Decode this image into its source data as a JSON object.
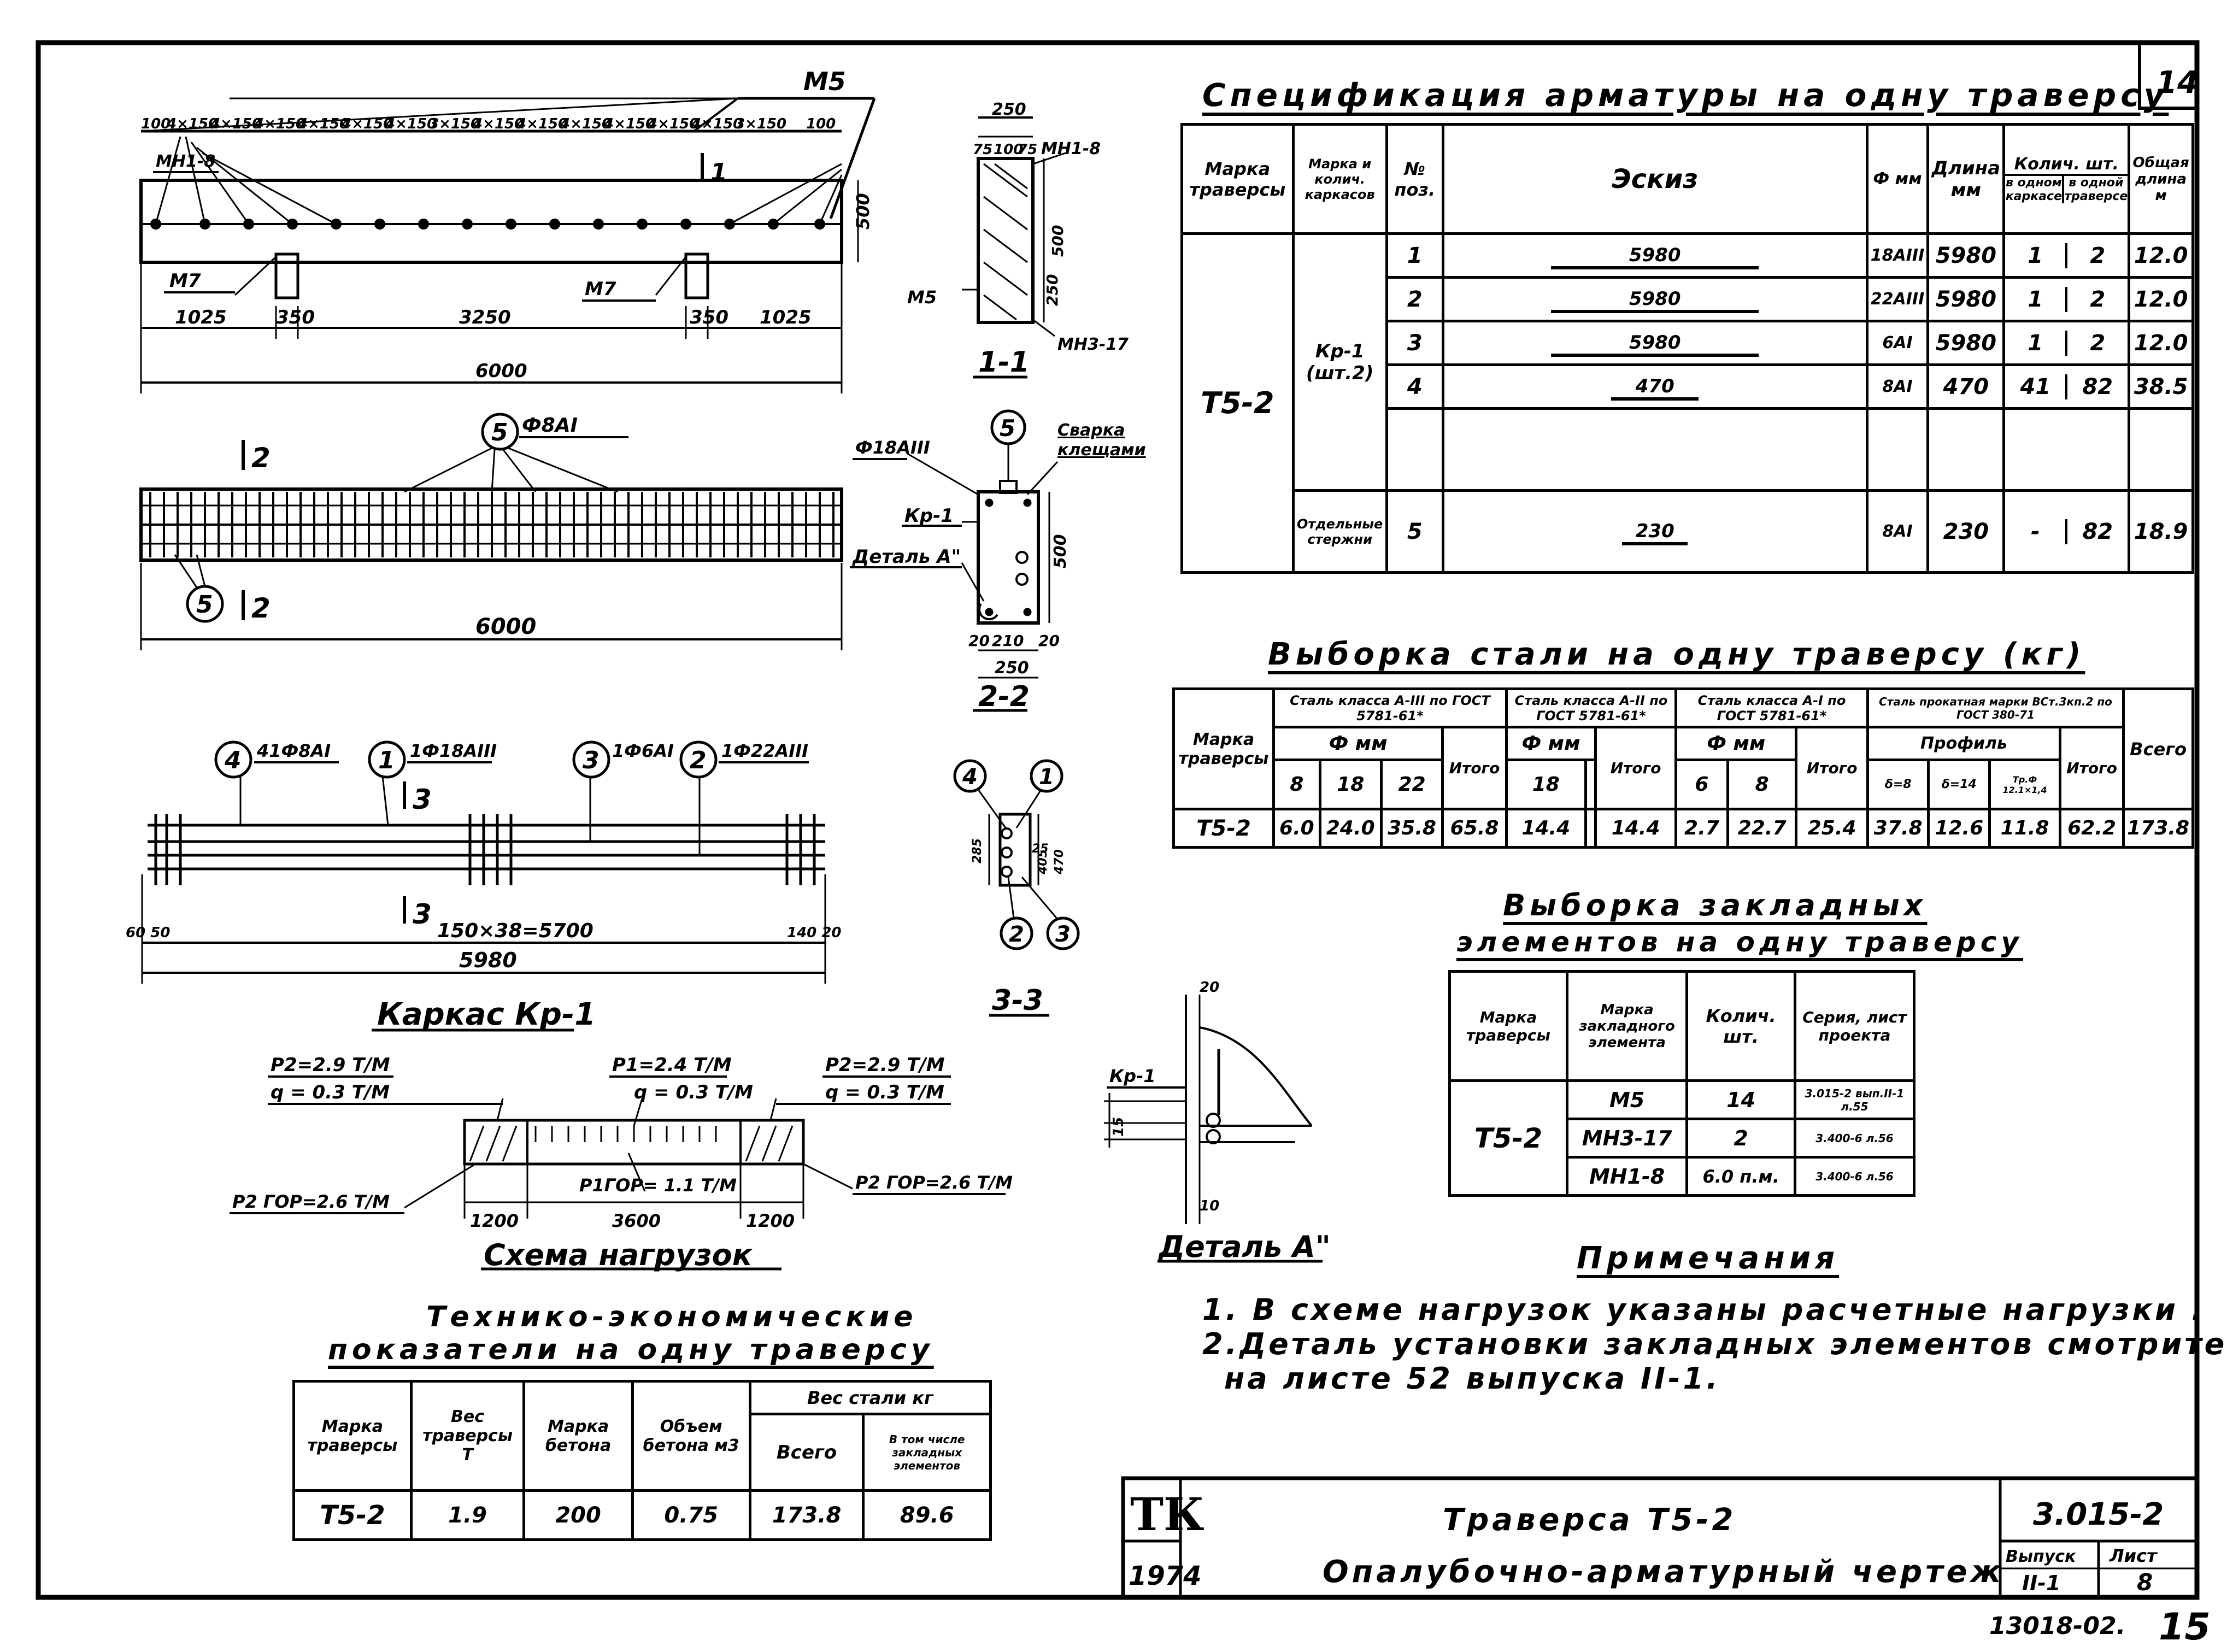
{
  "sheet_number": "14",
  "page_number": "15",
  "archive_number": "13018-02.",
  "beam": {
    "mark_m5": "M5",
    "spacing_labels": [
      "100",
      "4×150",
      "4×150",
      "4×150",
      "4×150",
      "4×150",
      "4×150",
      "3×150",
      "4×150",
      "4×150",
      "4×150",
      "4×150",
      "4×150",
      "4×150",
      "3×150",
      "100"
    ],
    "mn18": "МН1-8",
    "m7_left": "М7",
    "m7_right": "М7",
    "dims": [
      "1025",
      "350",
      "3250",
      "350",
      "1025"
    ],
    "total": "6000",
    "section_mark": "1"
  },
  "section11": {
    "top": "250",
    "parts": [
      "75",
      "100",
      "75"
    ],
    "mn18": "МН1-8",
    "m5": "М5",
    "mn317": "МН3-17",
    "h500": "500",
    "h250": "250",
    "caption": "1-1"
  },
  "plan": {
    "circle5": "5",
    "bar": "Ф8АI",
    "circle5b": "5",
    "section2a": "2",
    "section2b": "2",
    "total": "6000"
  },
  "section22": {
    "circle5": "5",
    "bar": "Ф18АIII",
    "weld": "Сварка клещами",
    "kr": "Кр-1",
    "detail": "Деталь А\"",
    "h500": "500",
    "bottom": [
      "20",
      "210",
      "20"
    ],
    "total": "250",
    "caption": "2-2"
  },
  "frame": {
    "c4": "4",
    "c4_label": "41Ф8АI",
    "c1": "1",
    "c1_label": "1Ф18АIII",
    "c3": "3",
    "c3_label": "1Ф6АI",
    "c2": "2",
    "c2_label": "1Ф22АIII",
    "sec3a": "3",
    "sec3b": "3",
    "left_dims": "60 50",
    "right_dims": "140 20",
    "spacing": "150×38=5700",
    "total": "5980",
    "caption": "Каркас Кр-1"
  },
  "section33": {
    "c4": "4",
    "c1": "1",
    "c2": "2",
    "c3": "3",
    "d1": "285",
    "d2": "25",
    "d3": "405",
    "d4": "470",
    "caption": "3-3"
  },
  "loads": {
    "p2_left": "P2=2.9 Т/М",
    "q_left": "q = 0.3 Т/М",
    "p1": "P1=2.4 Т/М",
    "q_mid": "q = 0.3 Т/М",
    "p2_right": "P2=2.9 Т/М",
    "q_right": "q = 0.3 Т/М",
    "p2_left_bottom": "P2 ГОР=2.6 Т/М",
    "p1_bottom": "P1ГОР= 1.1 Т/М",
    "p2_right_bottom": "P2 ГОР=2.6 Т/М",
    "dims": [
      "1200",
      "3600",
      "1200"
    ],
    "caption": "Схема нагрузок"
  },
  "detailA": {
    "kr": "Кр-1",
    "d_top": "20",
    "d_mid": "15",
    "d_bot": "10",
    "caption": "Деталь А\""
  },
  "spec": {
    "title": "Спецификация арматуры на одну траверсу",
    "headers": {
      "mark": "Марка траверсы",
      "frames": "Марка и колич. каркасов",
      "pos": "№ поз.",
      "sketch": "Эскиз",
      "dia": "Ф мм",
      "len": "Длина мм",
      "qty": "Колич. шт.",
      "qty_frame": "в одном каркасе",
      "qty_beam": "в одной траверсе",
      "total_len": "Общая длина м"
    },
    "beam_mark": "Т5-2",
    "frame_label": "Кр-1 (шт.2)",
    "sep_label": "Отдельные стержни",
    "rows": [
      {
        "pos": "1",
        "sketch": "5980",
        "dia": "18АIII",
        "len": "5980",
        "qf": "1",
        "qb": "2",
        "tl": "12.0"
      },
      {
        "pos": "2",
        "sketch": "5980",
        "dia": "22АIII",
        "len": "5980",
        "qf": "1",
        "qb": "2",
        "tl": "12.0"
      },
      {
        "pos": "3",
        "sketch": "5980",
        "dia": "6АI",
        "len": "5980",
        "qf": "1",
        "qb": "2",
        "tl": "12.0"
      },
      {
        "pos": "4",
        "sketch": "470",
        "dia": "8АI",
        "len": "470",
        "qf": "41",
        "qb": "82",
        "tl": "38.5"
      },
      {
        "pos": "5",
        "sketch": "230",
        "dia": "8АI",
        "len": "230",
        "qf": "-",
        "qb": "82",
        "tl": "18.9"
      }
    ]
  },
  "steel": {
    "title": "Выборка стали на одну траверсу (кг)",
    "mark_header": "Марка траверсы",
    "groups": [
      "Сталь класса А-III по ГОСТ 5781-61*",
      "Сталь класса А-II по ГОСТ 5781-61*",
      "Сталь класса А-I по ГОСТ 5781-61*",
      "Сталь прокатная марки ВСт.3кп.2 по ГОСТ 380-71"
    ],
    "dia_mm": "Ф мм",
    "profile": "Профиль",
    "itogo": "Итого",
    "vsego": "Всего",
    "cols_a3": [
      "8",
      "18",
      "22"
    ],
    "cols_a2": [
      "18"
    ],
    "cols_a1": [
      "6",
      "8"
    ],
    "cols_prof": [
      "δ=8",
      "δ=14",
      "Тр.Ф 12.1×1,4"
    ],
    "row": {
      "mark": "Т5-2",
      "a3": [
        "6.0",
        "24.0",
        "35.8"
      ],
      "a3_tot": "65.8",
      "a2": [
        "14.4"
      ],
      "a2_tot": "14.4",
      "a1": [
        "2.7",
        "22.7"
      ],
      "a1_tot": "25.4",
      "prof": [
        "37.8",
        "12.6",
        "11.8"
      ],
      "prof_tot": "62.2",
      "total": "173.8"
    }
  },
  "embedded": {
    "title_1": "Выборка закладных",
    "title_2": "элементов на одну траверсу",
    "headers": [
      "Марка траверсы",
      "Марка закладного элемента",
      "Колич. шт.",
      "Серия, лист проекта"
    ],
    "beam_mark": "Т5-2",
    "rows": [
      {
        "mark": "М5",
        "qty": "14",
        "ref": "3.015-2 вып.II-1 л.55"
      },
      {
        "mark": "МН3-17",
        "qty": "2",
        "ref": "3.400-6 л.56"
      },
      {
        "mark": "МН1-8",
        "qty": "6.0 п.м.",
        "ref": "3.400-6 л.56"
      }
    ]
  },
  "notes": {
    "title": "Примечания",
    "items": [
      "1. В схеме нагрузок указаны расчетные нагрузки .",
      "2.Деталь установки закладных элементов смотрите",
      "на листе 52 выпуска II-1."
    ]
  },
  "tei": {
    "title_1": "Технико-экономические",
    "title_2": "показатели на одну траверсу",
    "headers": [
      "Марка траверсы",
      "Вес траверсы Т",
      "Марка бетона",
      "Объем бетона м3",
      "Вес стали кг",
      "Всего",
      "В том числе закладных элементов"
    ],
    "row": [
      "Т5-2",
      "1.9",
      "200",
      "0.75",
      "173.8",
      "89.6"
    ]
  },
  "stamp": {
    "logo": "ТК",
    "year": "1974",
    "title_1": "Траверса Т5-2",
    "title_2": "Опалубочно-арматурный чертеж",
    "series": "3.015-2",
    "issue_label": "Выпуск",
    "issue": "II-1",
    "sheet_label": "Лист",
    "sheet": "8"
  }
}
